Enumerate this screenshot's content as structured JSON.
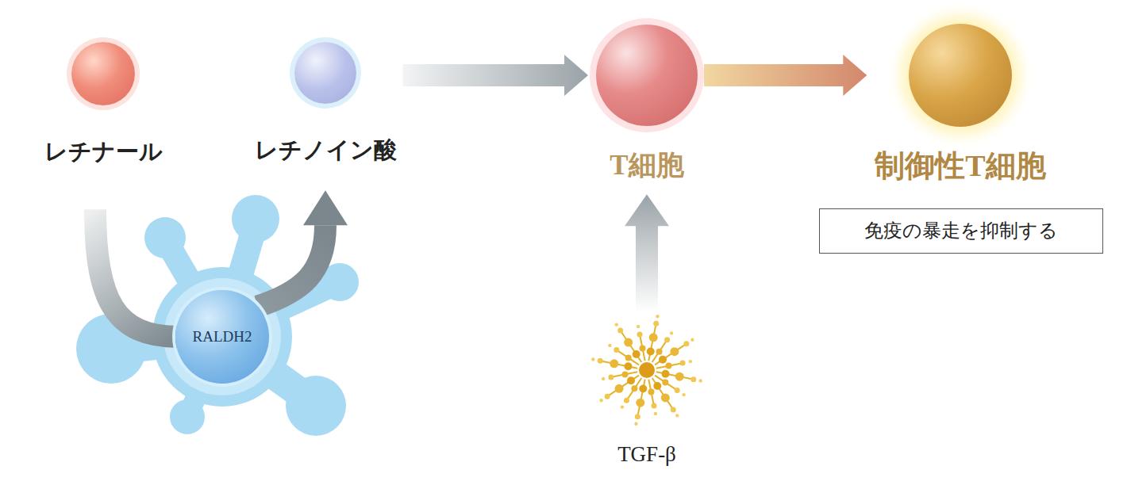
{
  "diagram": {
    "nodes": [
      {
        "text": [
          "レチナール"
        ]
      },
      {
        "text": [
          "レチノイン酸"
        ]
      },
      {
        "text": [
          "T細胞"
        ]
      },
      {
        "text": [
          "制御性T細胞"
        ]
      },
      {
        "text": [
          "免疫の暴走を抑制する"
        ]
      },
      {
        "text": [
          "RALDH2"
        ]
      },
      {
        "text": [
          "TGF-β"
        ]
      }
    ],
    "edges": [
      {
        "from": 0,
        "to": 5,
        "arrow": "none"
      },
      {
        "from": 5,
        "to": 1,
        "arrow": "to"
      },
      {
        "from": 1,
        "to": 2,
        "arrow": "to"
      },
      {
        "from": 2,
        "to": 3,
        "arrow": "to"
      },
      {
        "from": 6,
        "to": 2,
        "arrow": "to"
      }
    ]
  }
}
